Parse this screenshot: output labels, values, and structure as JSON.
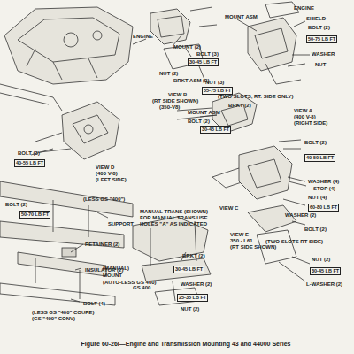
{
  "diagram": {
    "caption": "Figure 60-26I—Engine and Transmission Mounting 43 and 44000 Series",
    "nodes": [
      {
        "text": [
          "30-45 LB FT"
        ]
      },
      {
        "text": [
          "50-75 LB FT"
        ]
      },
      {
        "text": [
          "55-75 LB FT"
        ]
      },
      {
        "text": [
          "30-45 LB FT"
        ]
      },
      {
        "text": [
          "40-55 LB FT"
        ]
      },
      {
        "text": [
          "50-70 LB FT"
        ]
      },
      {
        "text": [
          "30-45 LB FT"
        ]
      },
      {
        "text": [
          "25-35 LB FT"
        ]
      },
      {
        "text": [
          "40-50 LB FT"
        ]
      },
      {
        "text": [
          "60-80 LB FT"
        ]
      },
      {
        "text": [
          "30-45 LB FT"
        ]
      }
    ],
    "labels": [
      "ENGINE",
      "MOUNT (2)",
      "BOLT (3)",
      "NUT (2)",
      "BRKT ASM (2)",
      "MOUNT ASM",
      "ENGINE",
      "SHIELD",
      "BOLT (2)",
      "WASHER",
      "NUT",
      "NUT (3)",
      "(TWO SLOTS, RT. SIDE ONLY)",
      "BRKT (2)",
      "VIEW A",
      "(400 V-8)",
      "(RIGHT SIDE)",
      "VIEW B",
      "(RT SIDE SHOWN)",
      "(350-V8)",
      "MOUNT ASM",
      "BOLT (2)",
      "BOLT (3)",
      "VIEW D",
      "(400 V-8)",
      "(LEFT SIDE)",
      "BOLT (2)",
      "(LESS GS \"400\")",
      "SUPPORT",
      "RETAINER (2)",
      "INSULATOR (2)",
      "BOLT (4)",
      "(LESS GS \"400\" COUPE)",
      "(GS \"400\" CONV)",
      "MANUAL TRANS (SHOWN)",
      "FOR MANUAL TRANS USE",
      "HOLES \"A\" AS INDICATED",
      "BRKT (2)",
      "(MANUAL)",
      "MOUNT",
      "(AUTO-LESS GS 400)",
      "GS 400",
      "WASHER (2)",
      "NUT (2)",
      "VIEW C",
      "BOLT (2)",
      "WASHER (4)",
      "STOP (4)",
      "NUT (4)",
      "WASHER (2)",
      "(TWO SLOTS RT SIDE)",
      "BOLT (2)",
      "VIEW E",
      "350 - L61",
      "(RT SIDE SHOWN)",
      "NUT (2)",
      "L-WASHER (2)"
    ]
  }
}
